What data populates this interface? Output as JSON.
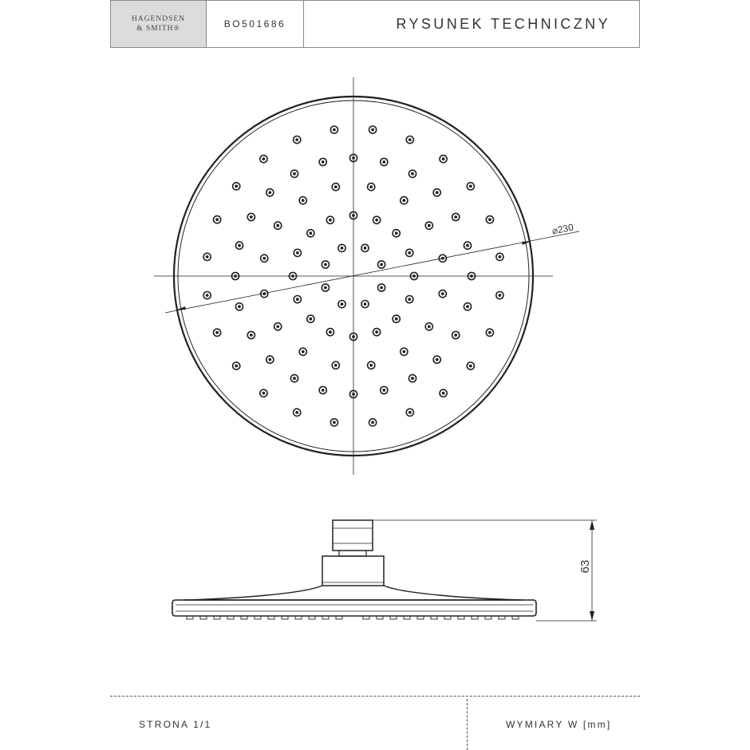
{
  "header": {
    "brand_line1": "HAGENDSEN",
    "brand_line2": "& SMITH®",
    "product_code": "BO501686",
    "title": "RYSUNEK TECHNICZNY"
  },
  "drawing": {
    "diameter_label": "⌀230",
    "height_label": "63"
  },
  "footer": {
    "page": "STRONA 1/1",
    "units": "WYMIARY W [mm]"
  }
}
